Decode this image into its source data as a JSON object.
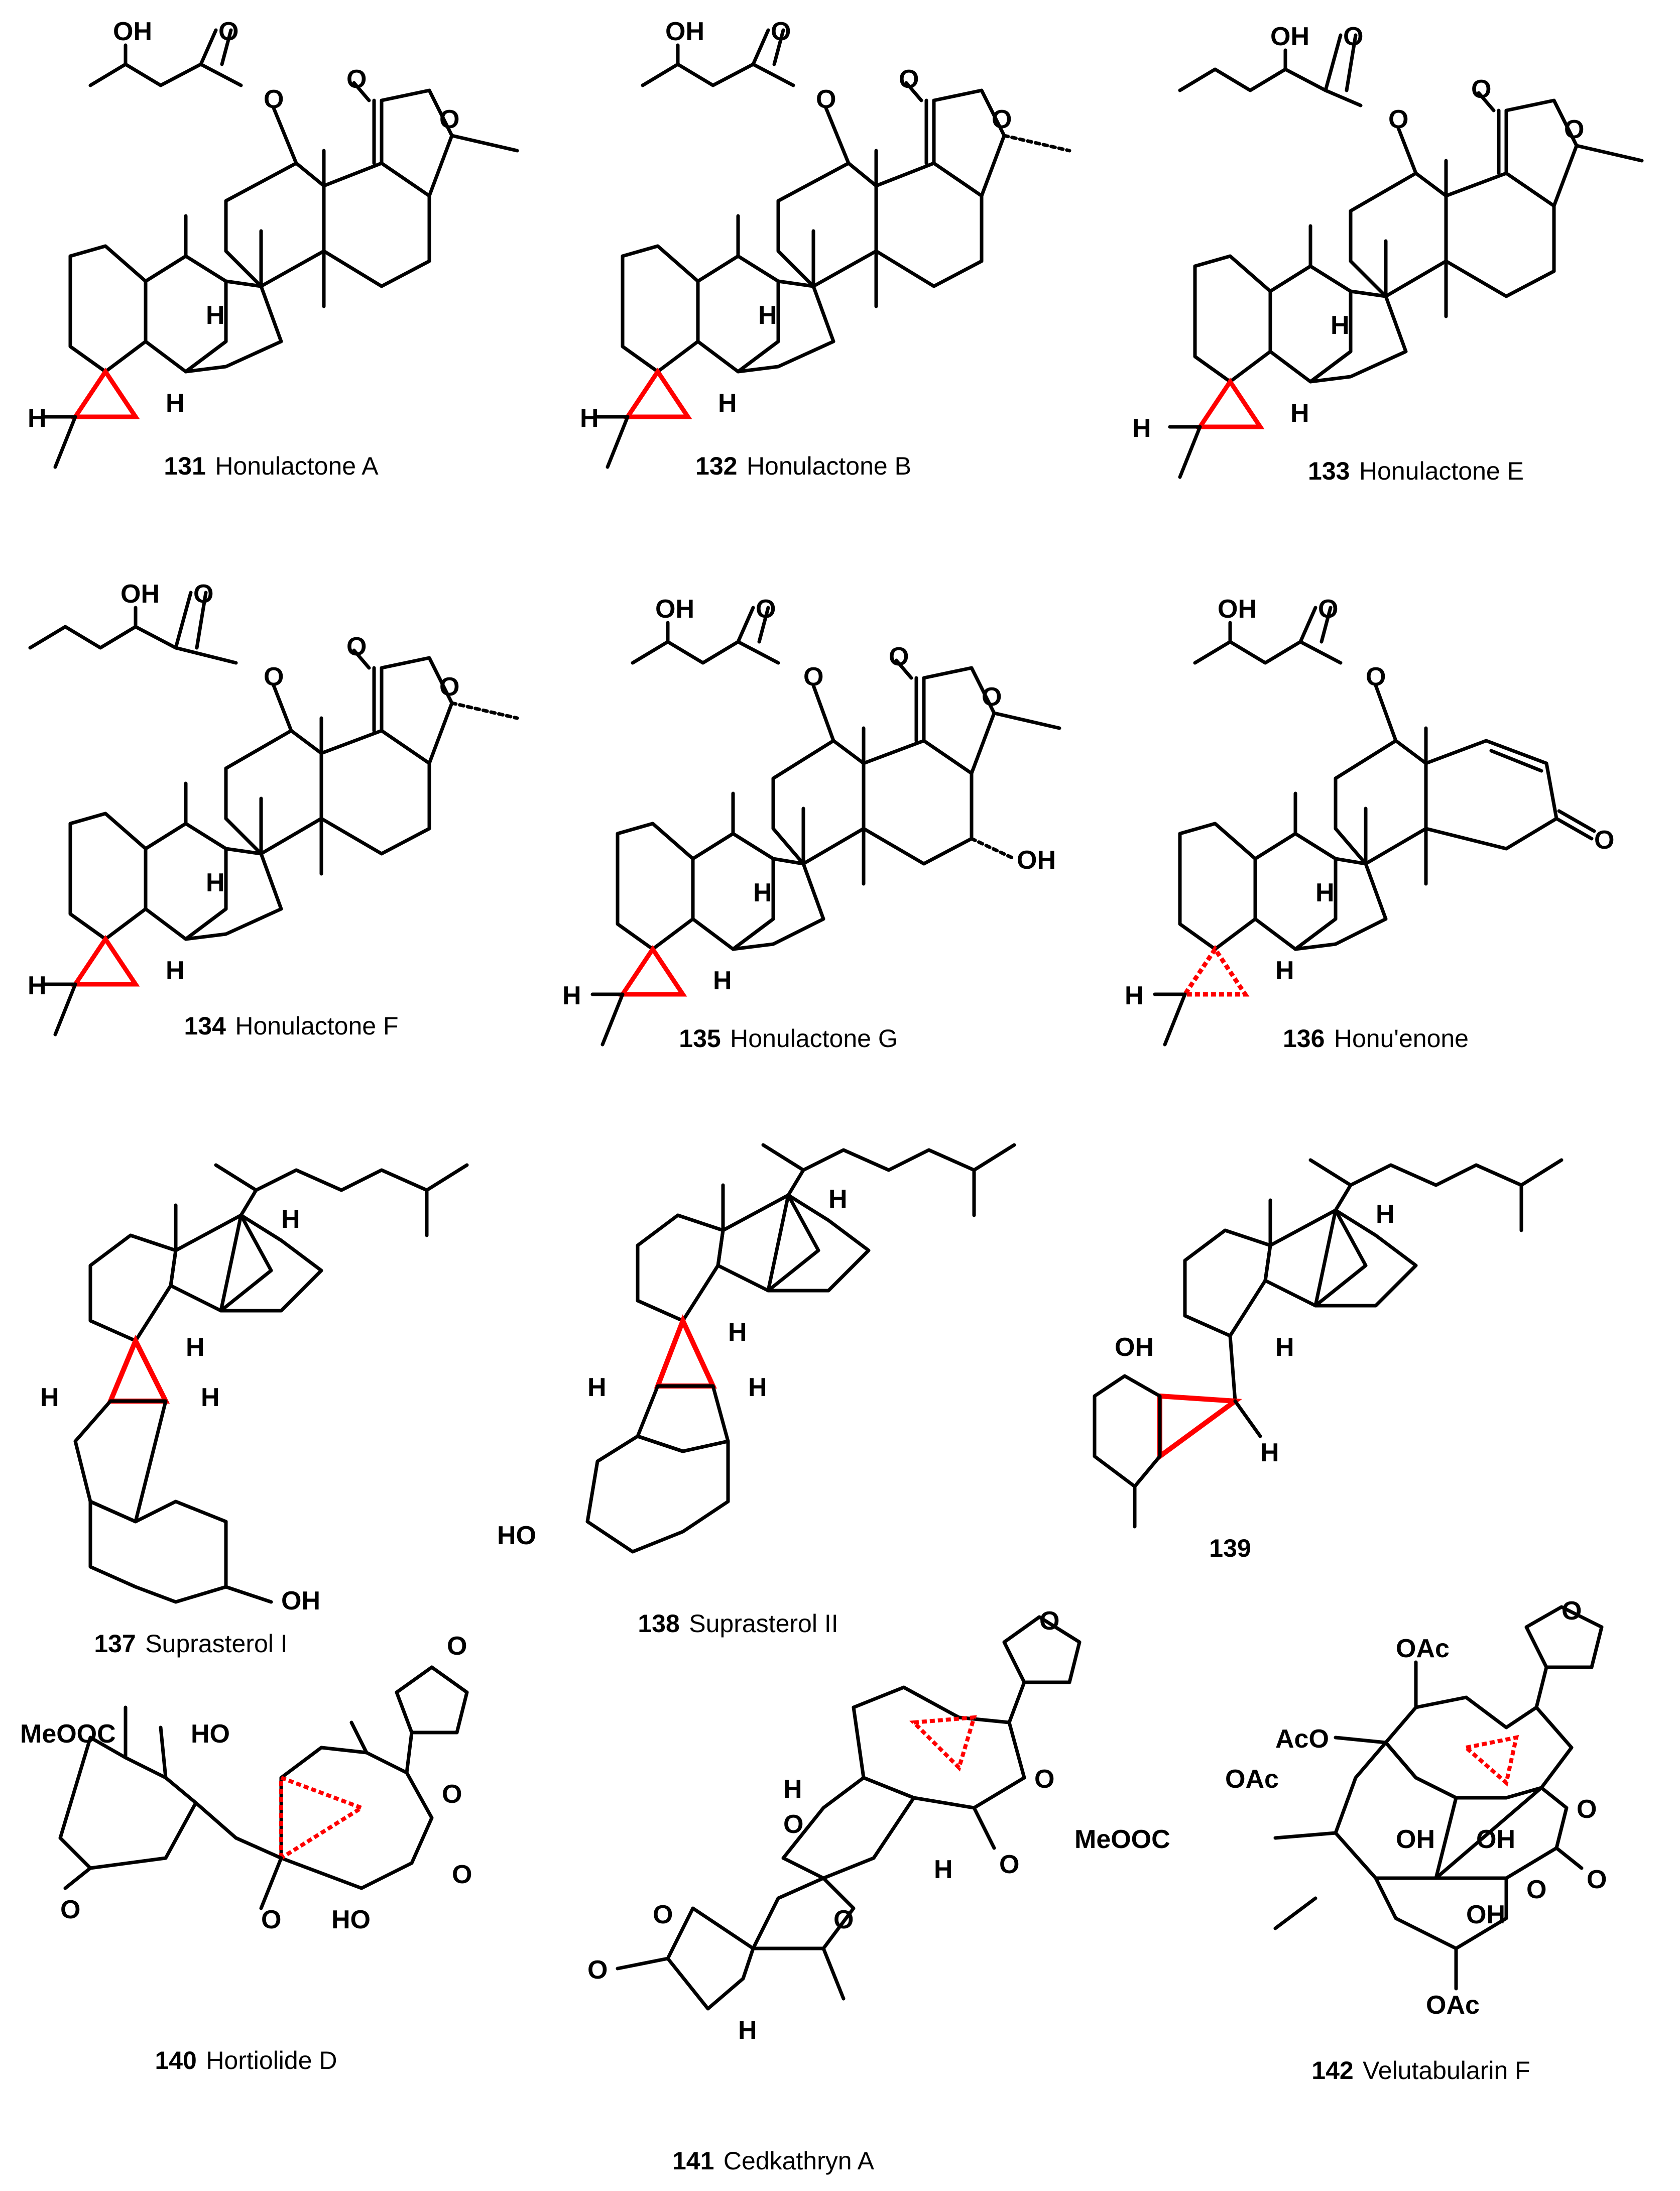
{
  "compounds": [
    {
      "id": "131",
      "name": "Honulactone A"
    },
    {
      "id": "132",
      "name": "Honulactone B"
    },
    {
      "id": "133",
      "name": "Honulactone E"
    },
    {
      "id": "134",
      "name": "Honulactone F"
    },
    {
      "id": "135",
      "name": "Honulactone G"
    },
    {
      "id": "136",
      "name": "Honu'enone"
    },
    {
      "id": "137",
      "name": "Suprasterol I"
    },
    {
      "id": "138",
      "name": "Suprasterol II"
    },
    {
      "id": "139",
      "name": ""
    },
    {
      "id": "140",
      "name": "Hortiolide D"
    },
    {
      "id": "141",
      "name": "Cedkathryn A"
    },
    {
      "id": "142",
      "name": "Velutabularin F"
    }
  ],
  "atom_labels": {
    "oh": "OH",
    "o": "O",
    "h": "H",
    "ho": "HO",
    "meooc": "MeOOC",
    "oac": "OAc",
    "aco": "AcO"
  },
  "colors": {
    "bond": "#000000",
    "highlight_ring": "#ff0000",
    "background": "#ffffff"
  }
}
